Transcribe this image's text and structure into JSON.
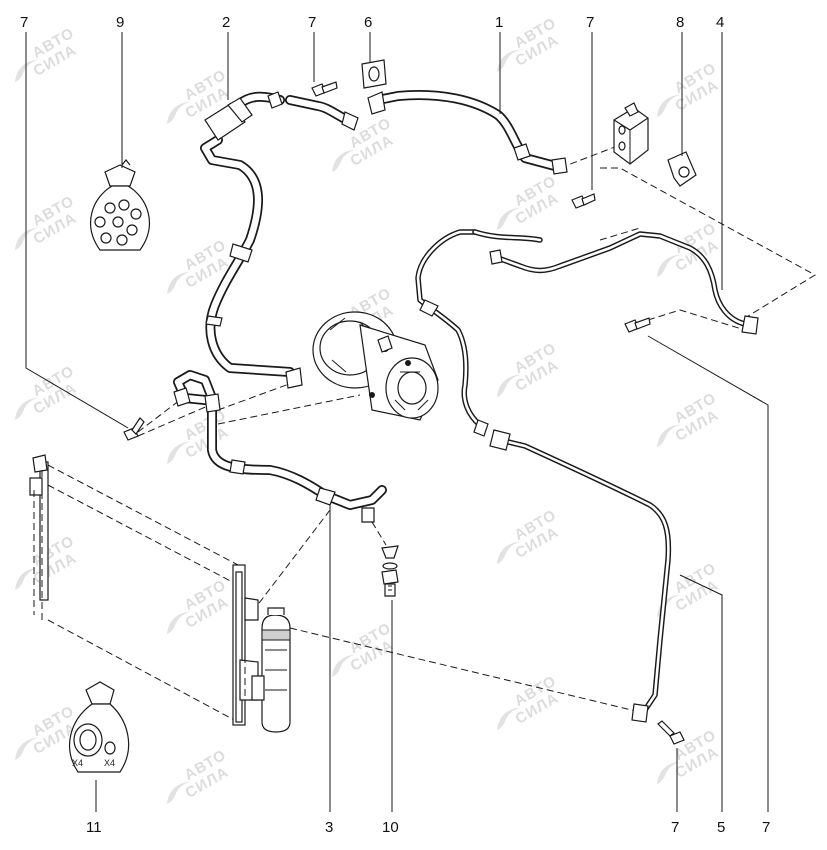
{
  "callouts": [
    {
      "id": "c7a",
      "label": "7"
    },
    {
      "id": "c9",
      "label": "9"
    },
    {
      "id": "c2",
      "label": "2"
    },
    {
      "id": "c7b",
      "label": "7"
    },
    {
      "id": "c6",
      "label": "6"
    },
    {
      "id": "c1",
      "label": "1"
    },
    {
      "id": "c7c",
      "label": "7"
    },
    {
      "id": "c8",
      "label": "8"
    },
    {
      "id": "c4",
      "label": "4"
    },
    {
      "id": "c11",
      "label": "11"
    },
    {
      "id": "c3",
      "label": "3"
    },
    {
      "id": "c10",
      "label": "10"
    },
    {
      "id": "c7d",
      "label": "7"
    },
    {
      "id": "c5",
      "label": "5"
    },
    {
      "id": "c7e",
      "label": "7"
    }
  ],
  "kit_marks": {
    "qty_left": "X4",
    "qty_right": "X4"
  },
  "watermark": {
    "line1": "АВТО",
    "line2": "СИЛА"
  }
}
